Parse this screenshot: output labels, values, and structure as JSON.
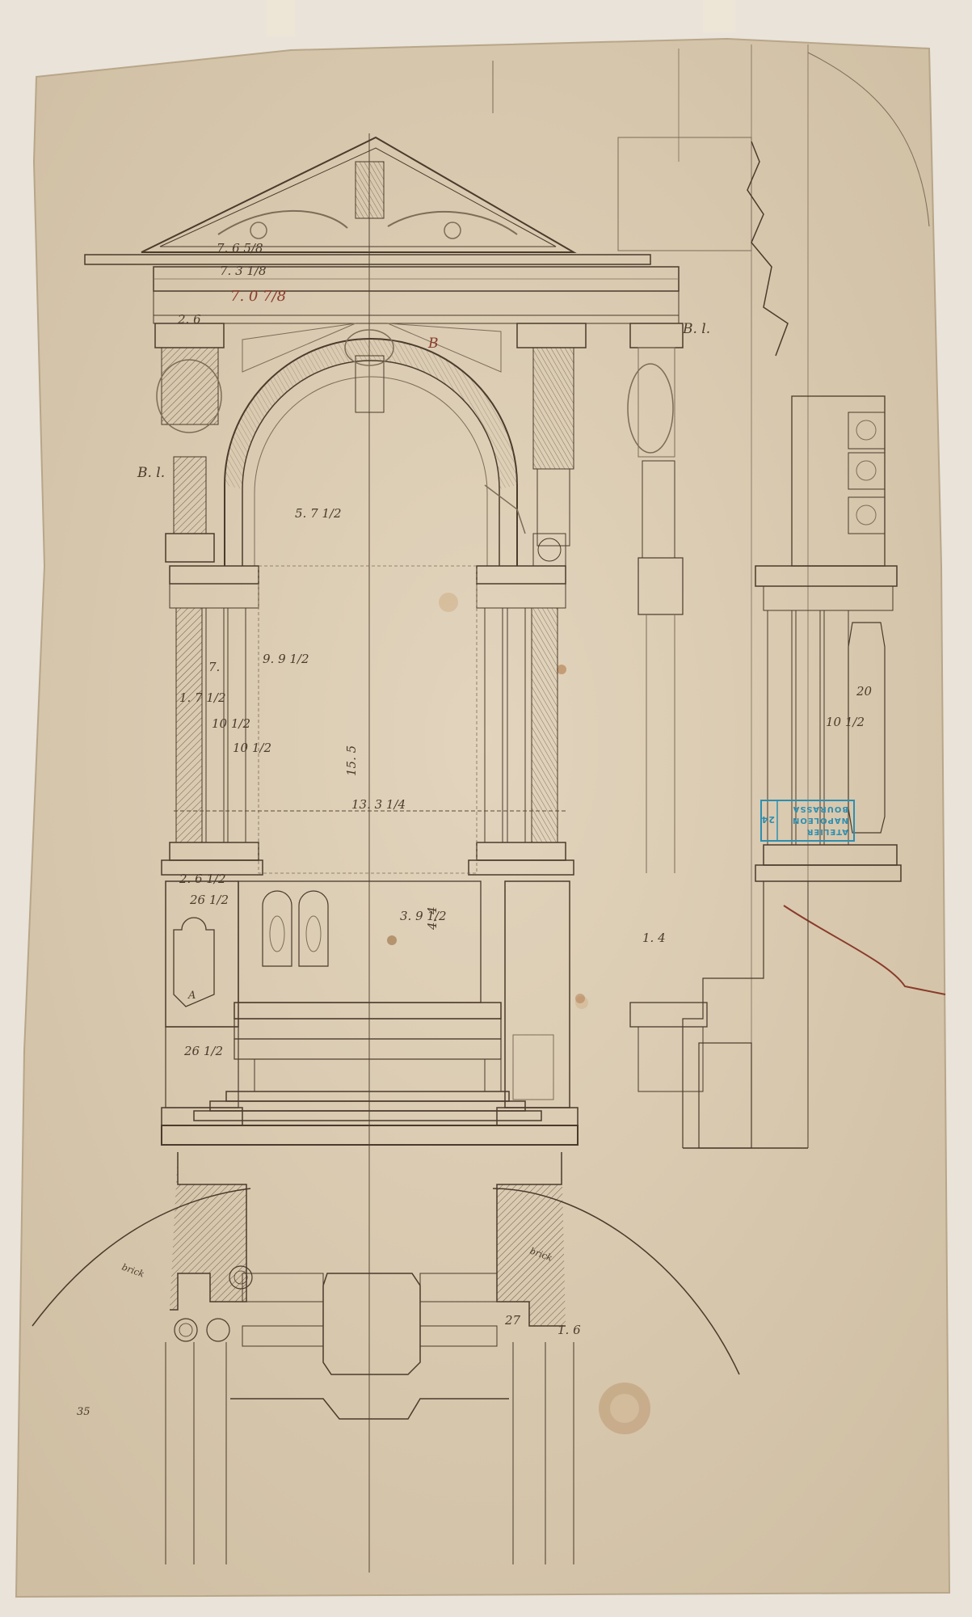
{
  "sheet": {
    "paper_color": "#d9c9b0",
    "ink_color": "#4a3b2c",
    "red_ink_color": "#8a3b2a",
    "stamp_color": "#2e8fb0"
  },
  "dimensions": {
    "pediment_width": "7. 6 5/8",
    "cornice_width": "7. 3 1/8",
    "frieze_width": "7. 0 7/8",
    "capital_width": "2. 6",
    "arch_span": "5. 7 1/2",
    "opening_width": "9. 9 1/2",
    "column_height": "7.",
    "shaft_width_a": "1. 7 1/2",
    "shaft_width_b": "10 1/2",
    "shaft_width_c": "10 1/2",
    "nave_height": "15. 5",
    "total_width": "13. 3 1/4",
    "base_width": "2. 6 1/2",
    "pedestal_width": "26 1/2",
    "altar_width": "3. 9 1/2",
    "altar_height": "4. 4",
    "lower_width": "26 1/2",
    "right_dim_a": "20",
    "right_dim_b": "10 1/2",
    "plan_width_a": "27",
    "plan_width_b": "1. 6",
    "side_label": "1. 4"
  },
  "annotations": {
    "bl_left": "B. l.",
    "bl_right": "B. l.",
    "plan_label_left": "brick",
    "plan_label_right": "brick",
    "marker_a": "A",
    "marker_b": "B",
    "page_number": "35"
  },
  "stamp": {
    "line1": "ATELIER",
    "line2": "NAPOLEON",
    "line3": "BOURASSA",
    "number": "24"
  }
}
